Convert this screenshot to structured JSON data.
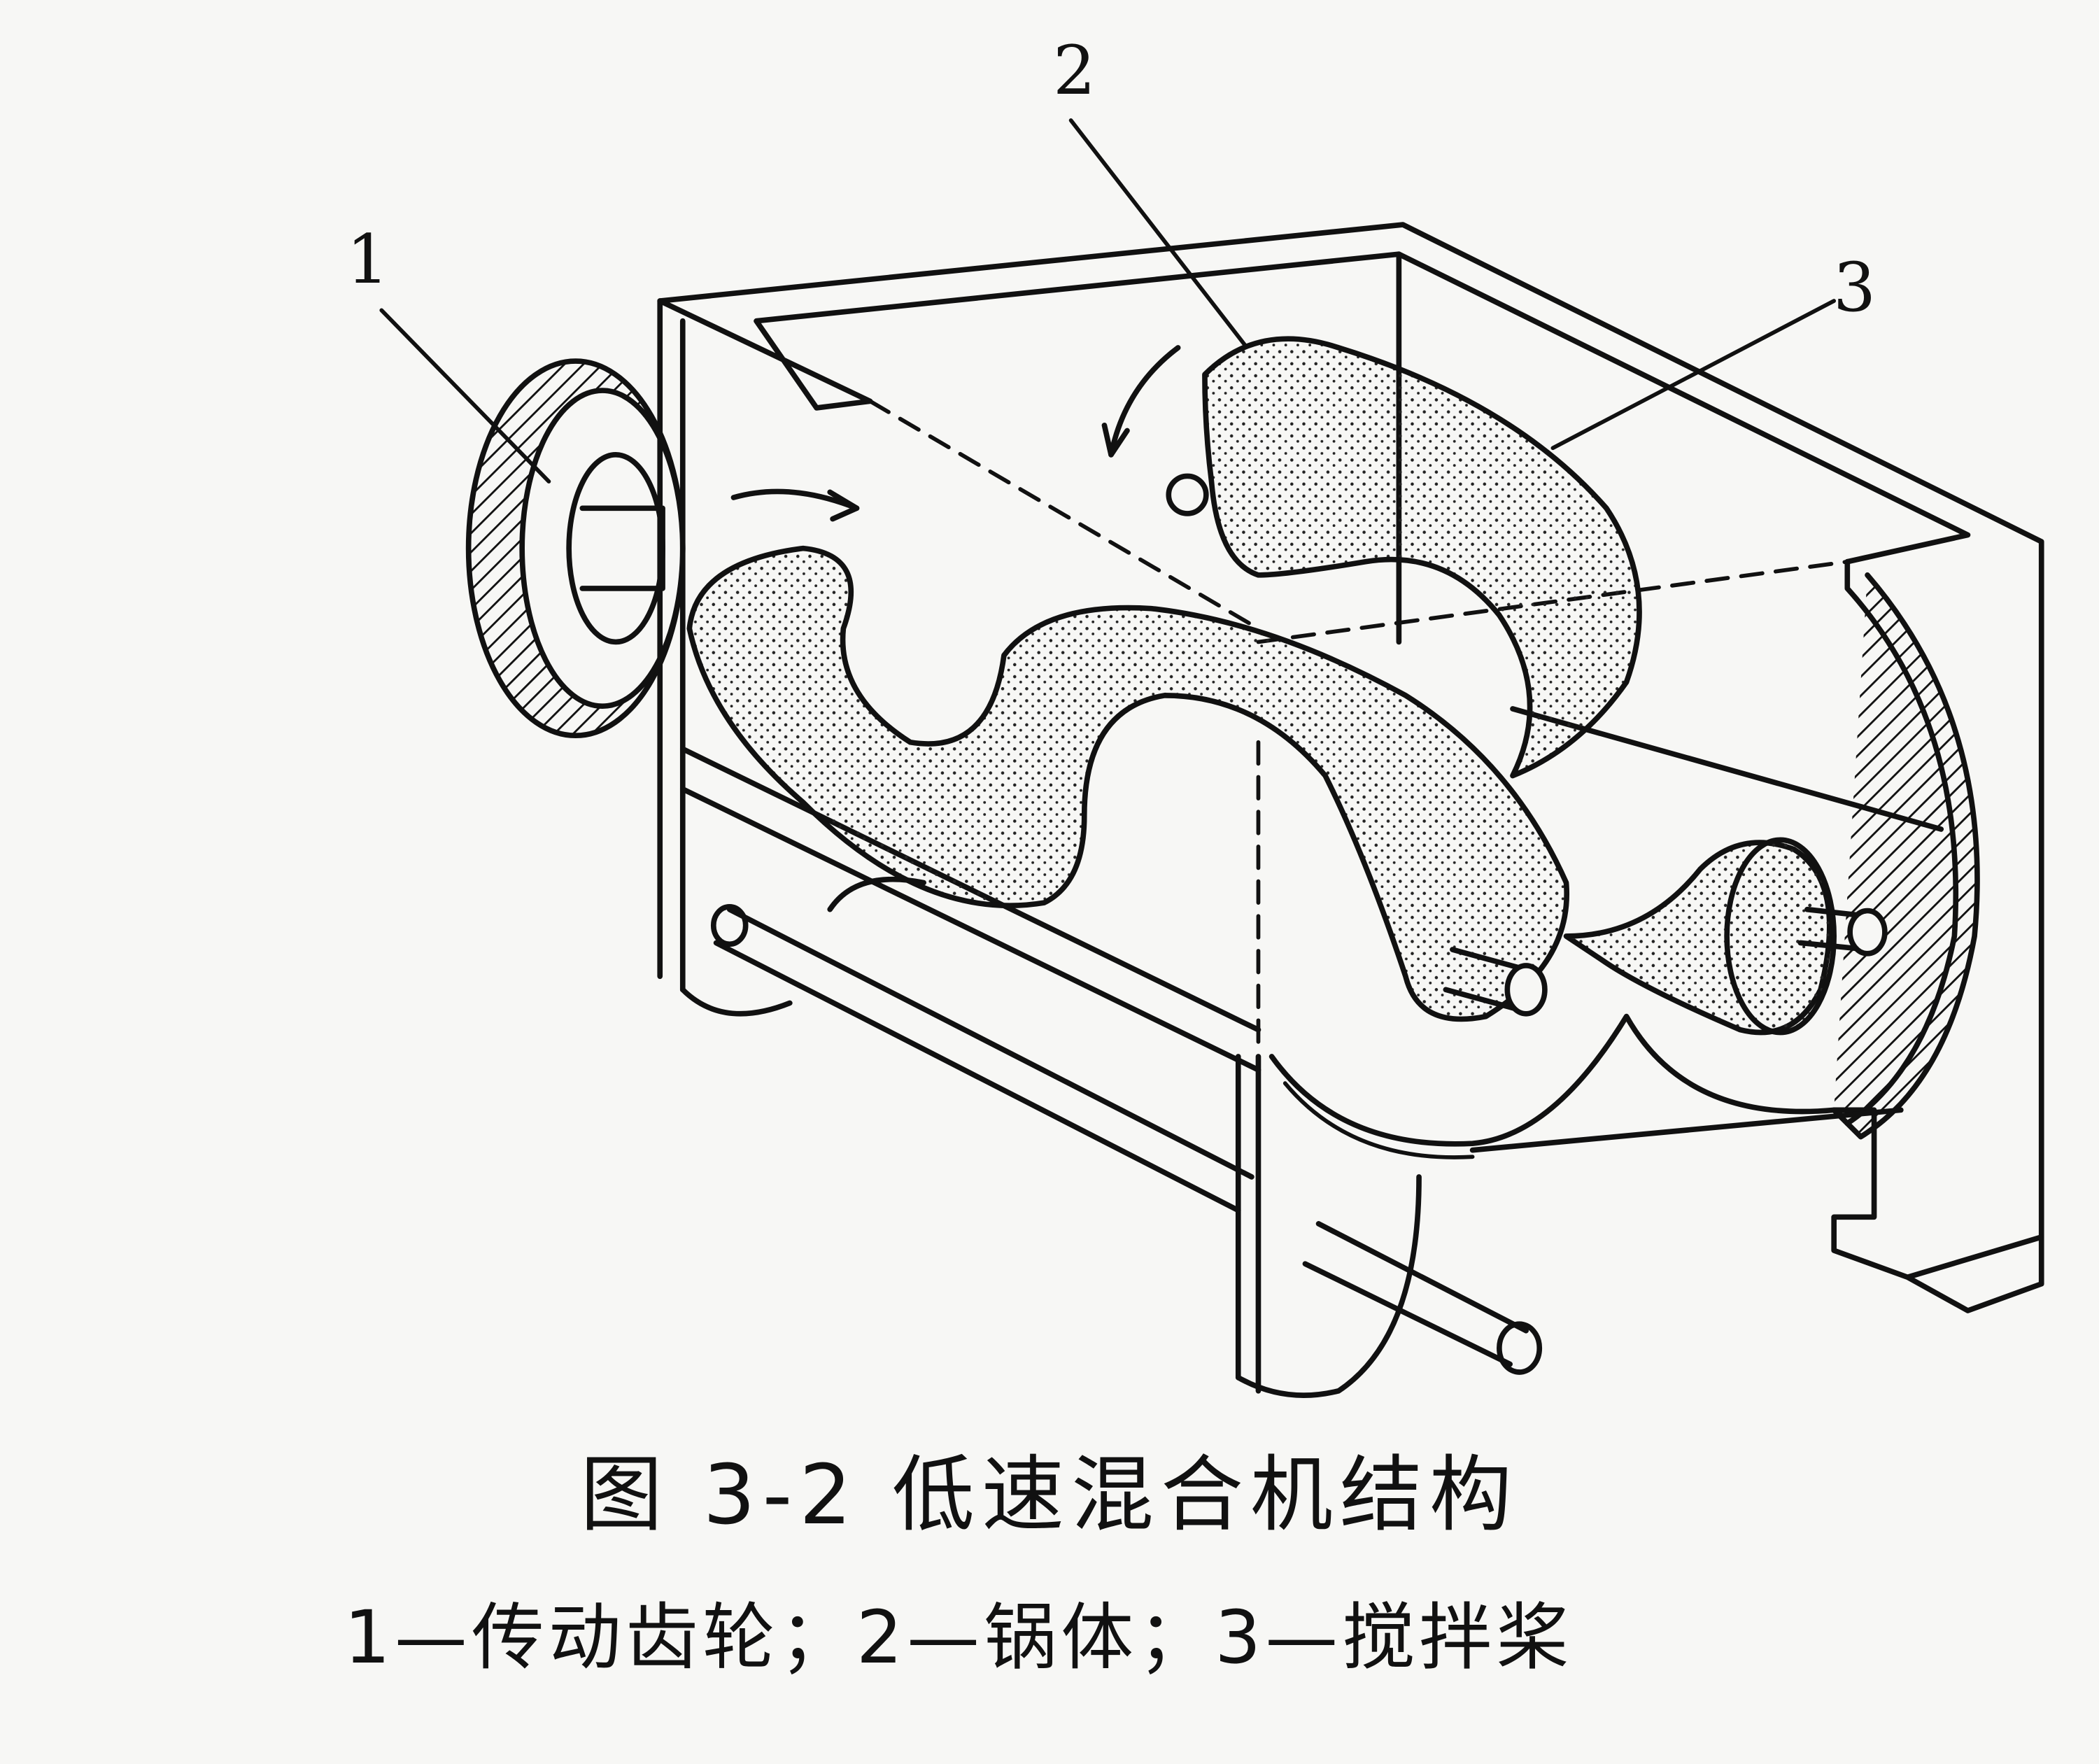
{
  "figure": {
    "title": "图 3-2   低速混合机结构",
    "legend": "1—传动齿轮；2—锅体；3—搅拌桨",
    "callouts": [
      {
        "number": "1",
        "part": "传动齿轮"
      },
      {
        "number": "2",
        "part": "锅体"
      },
      {
        "number": "3",
        "part": "搅拌桨"
      }
    ]
  }
}
